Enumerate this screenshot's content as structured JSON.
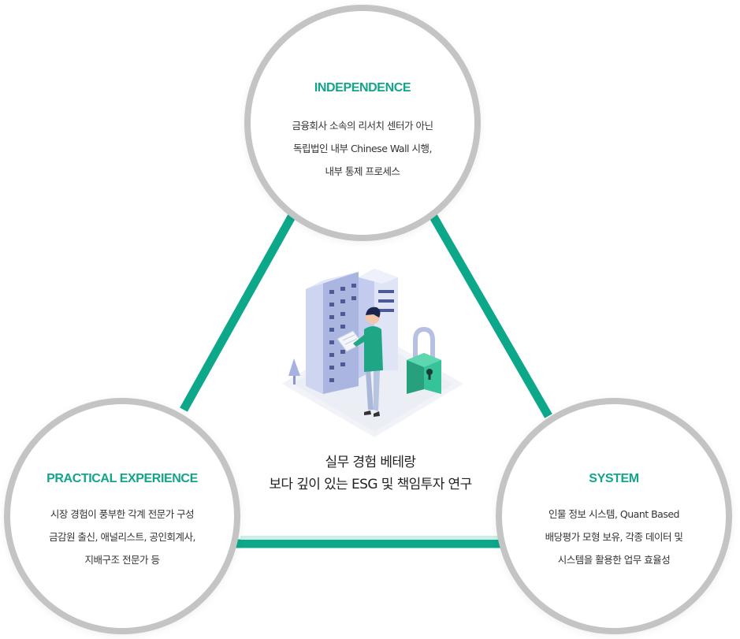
{
  "center": {
    "line1": "실무 경험 베테랑",
    "line2": "보다 깊이 있는 ESG 및 책임투자 연구"
  },
  "nodes": {
    "independence": {
      "title": "INDEPENDENCE",
      "lines": [
        "금융회사 소속의 리서치 센터가 아닌",
        "독립법인 내부 Chinese Wall 시행,",
        "내부 통제 프로세스"
      ]
    },
    "practical": {
      "title": "PRACTICAL EXPERIENCE",
      "lines": [
        "시장 경험이 풍부한 각계 전문가 구성",
        "금감원 출신, 애널리스트, 공인회계사,",
        "지배구조 전문가 등"
      ]
    },
    "system": {
      "title": "SYSTEM",
      "lines": [
        "인물 정보 시스템, Quant Based",
        "배당평가 모형 보유, 각종 데이터 및",
        "시스템을 활용한 업무 효율성"
      ]
    }
  },
  "colors": {
    "accent": "#12a58a",
    "connector": "#0da88a",
    "circle_border": "#c4c4c4",
    "building": "#aab6e0",
    "lock": "#2fb68f"
  }
}
